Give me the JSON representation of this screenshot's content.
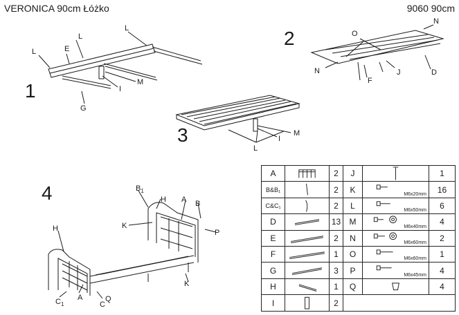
{
  "header": {
    "title": "VERONICA 90cm Łóżko",
    "model": "9060 90cm"
  },
  "steps": [
    "1",
    "2",
    "3",
    "4"
  ],
  "callouts": {
    "step1": {
      "L1": "L",
      "E": "E",
      "L2": "L",
      "L3": "L",
      "M": "M",
      "I": "I",
      "G": "G"
    },
    "step2": {
      "O": "O",
      "N1": "N",
      "N2": "N",
      "F": "F",
      "J": "J",
      "D": "D"
    },
    "step3": {
      "M": "M",
      "I": "I",
      "L": "L"
    },
    "step4": {
      "B1": "B",
      "B1sub": "1",
      "H1": "H",
      "A1": "A",
      "B": "B",
      "K1": "K",
      "P": "P",
      "H2": "H",
      "C1": "C",
      "C1sub": "1",
      "A2": "A",
      "C": "C",
      "Q": "Q",
      "K2": "K"
    }
  },
  "parts_left": [
    {
      "letter": "A",
      "qty": "2",
      "icon": "headboard-icon"
    },
    {
      "letter": "B&B₁",
      "qty": "2",
      "icon": "post-icon"
    },
    {
      "letter": "C&C₁",
      "qty": "2",
      "icon": "leg-icon"
    },
    {
      "letter": "D",
      "qty": "13",
      "icon": "slat-icon"
    },
    {
      "letter": "E",
      "qty": "2",
      "icon": "side-rail-icon"
    },
    {
      "letter": "F",
      "qty": "1",
      "icon": "center-beam-icon"
    },
    {
      "letter": "G",
      "qty": "3",
      "icon": "cross-bar-icon"
    },
    {
      "letter": "H",
      "qty": "1",
      "icon": "bracket-icon"
    },
    {
      "letter": "I",
      "qty": "2",
      "icon": "support-leg-icon"
    }
  ],
  "parts_right": [
    {
      "letter": "J",
      "qty": "1",
      "spec": "",
      "icon": "leg-foot-icon"
    },
    {
      "letter": "K",
      "qty": "16",
      "spec": "M6x20mm",
      "icon": "bolt-icon"
    },
    {
      "letter": "L",
      "qty": "6",
      "spec": "M6x50mm",
      "icon": "bolt-icon"
    },
    {
      "letter": "M",
      "qty": "4",
      "spec": "M6x40mm",
      "icon": "bolt-nut-icon"
    },
    {
      "letter": "N",
      "qty": "2",
      "spec": "M6x60mm",
      "icon": "bolt-nut-icon"
    },
    {
      "letter": "O",
      "qty": "1",
      "spec": "M6x60mm",
      "icon": "bolt-icon"
    },
    {
      "letter": "P",
      "qty": "4",
      "spec": "M6x45mm",
      "icon": "bolt-icon"
    },
    {
      "letter": "Q",
      "qty": "4",
      "spec": "",
      "icon": "cap-icon"
    }
  ]
}
